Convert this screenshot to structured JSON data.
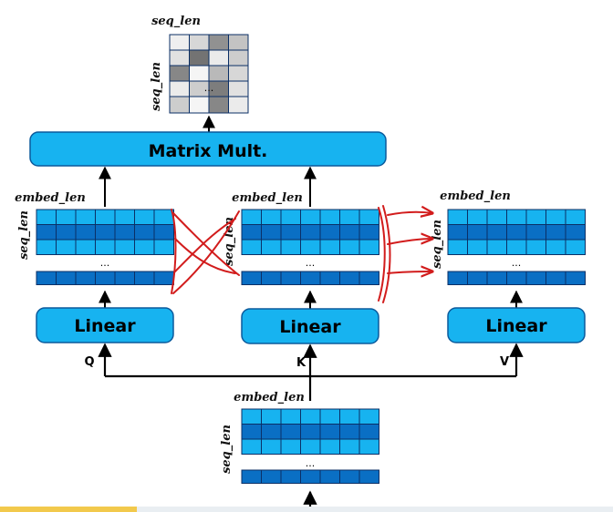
{
  "labels": {
    "embed_len": "embed_len",
    "seq_len": "seq_len",
    "dots": "..."
  },
  "boxes": {
    "matmul": "Matrix Mult.",
    "linear": "Linear"
  },
  "inputs": {
    "q": "Q",
    "k": "K",
    "v": "V"
  },
  "colors": {
    "box_fill": "#17b3f0",
    "cell_light": "#17b3f0",
    "cell_dark": "#0a6fc4",
    "cell_border": "#0b2f66",
    "annotation": "#d21c1c"
  },
  "attention_matrix": {
    "grid": [
      [
        0.08,
        0.2,
        0.55,
        0.3
      ],
      [
        0.15,
        0.7,
        0.1,
        0.25
      ],
      [
        0.6,
        0.05,
        0.35,
        0.2
      ],
      [
        0.1,
        0.25,
        0.65,
        0.15
      ]
    ],
    "last_row": [
      0.25,
      0.05,
      0.6,
      0.1
    ]
  }
}
